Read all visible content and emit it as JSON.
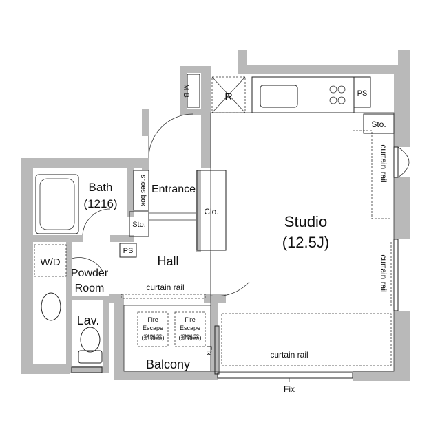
{
  "labels": {
    "studio": "Studio",
    "studio_size": "(12.5J)",
    "bath": "Bath",
    "bath_size": "(1216)",
    "entrance": "Entrance",
    "shoes_box": "shoes box",
    "sto_entrance": "Sto.",
    "sto_studio": "Sto.",
    "clo": "Clo.",
    "mb": "M B",
    "r": "R",
    "ps_kitchen": "PS",
    "ps_hall": "PS",
    "wd": "W/D",
    "powder": "Powder",
    "room": "Room",
    "hall": "Hall",
    "lav": "Lav.",
    "curtain_rail_hall": "curtain rail",
    "curtain_rail_top": "curtain rail",
    "curtain_rail_right": "curtain rail",
    "curtain_rail_bottom": "curtain rail",
    "fire1_a": "Fire",
    "fire1_b": "Escape",
    "fire1_c": "(避難器)",
    "fire2_a": "Fire",
    "fire2_b": "Escape",
    "fire2_c": "(避難器)",
    "balcony": "Balcony",
    "fix_side": "Fix",
    "fix_bottom": "Fix"
  },
  "colors": {
    "wall": "#b9b9b9",
    "line": "#222222",
    "background": "#ffffff"
  }
}
